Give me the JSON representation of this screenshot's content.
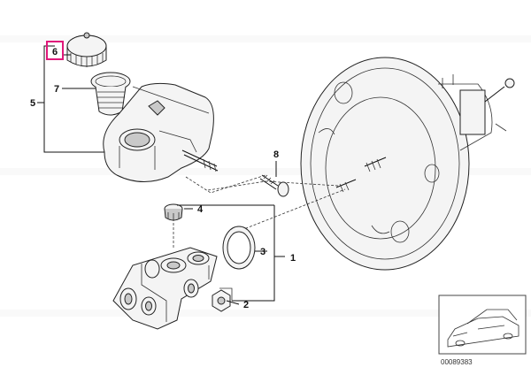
{
  "diagram": {
    "callouts": {
      "c1": "1",
      "c2": "2",
      "c3": "3",
      "c4": "4",
      "c5": "5",
      "c6": "6",
      "c7": "7",
      "c8": "8"
    },
    "highlighted_callout": "6",
    "reference_code": "00089383",
    "reference_thumbnail": "car-thumbnail-icon",
    "colors": {
      "highlight": "#e0187a",
      "line": "#111111"
    }
  }
}
